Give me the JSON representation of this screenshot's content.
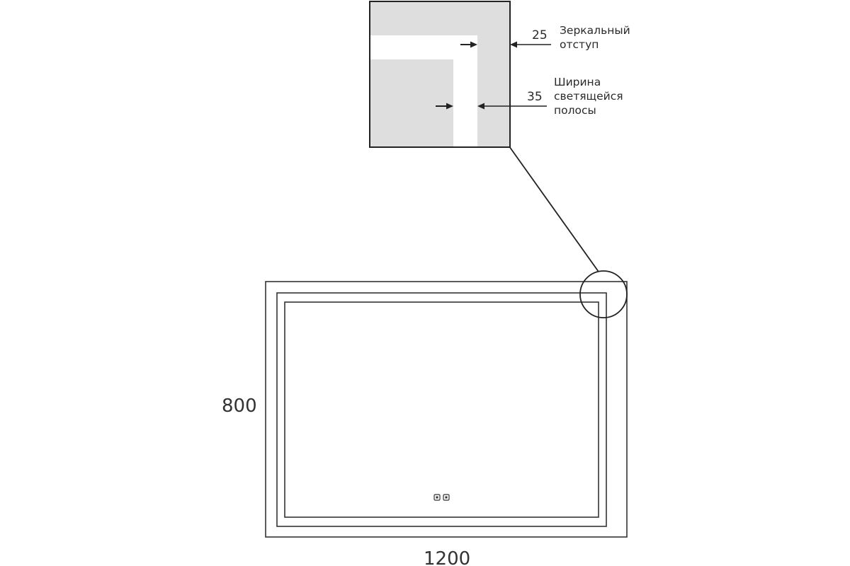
{
  "diagram": {
    "width_label": "1200",
    "height_label": "800",
    "detail": {
      "offset_value": "25",
      "offset_caption_line1": "Зеркальный",
      "offset_caption_line2": "отступ",
      "strip_value": "35",
      "strip_caption_line1": "Ширина",
      "strip_caption_line2": "светящейся",
      "strip_caption_line3": "полосы"
    }
  },
  "colors": {
    "line": "#222222",
    "mirror_gray": "#dedede",
    "glow_white": "#ffffff"
  }
}
